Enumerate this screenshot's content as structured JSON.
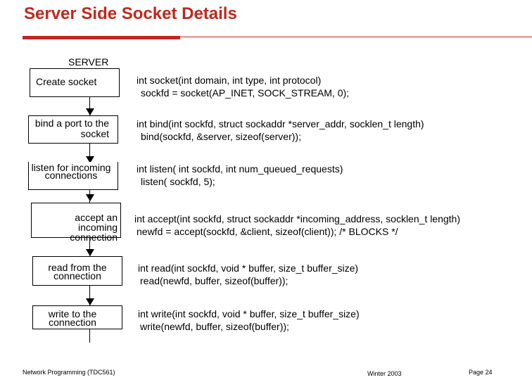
{
  "title": "Server Side Socket Details",
  "server_label": "SERVER",
  "steps": [
    {
      "label": "Create socket",
      "code1": "int socket(int domain, int type, int protocol)",
      "code2": "sockfd = socket(AP_INET, SOCK_STREAM, 0);"
    },
    {
      "label": "bind a port to the socket",
      "code1": "int bind(int sockfd, struct sockaddr *server_addr, socklen_t length)",
      "code2": "bind(sockfd, &server, sizeof(server));"
    },
    {
      "label": "listen for incoming connections",
      "code1": "int listen( int sockfd, int num_queued_requests)",
      "code2": "listen( sockfd, 5);"
    },
    {
      "label": "accept an incoming connection",
      "code1": "int accept(int sockfd, struct sockaddr *incoming_address, socklen_t length)",
      "code2": "newfd = accept(sockfd, &client, sizeof(client)); /* BLOCKS */"
    },
    {
      "label": "read from the connection",
      "code1": "int read(int sockfd, void * buffer, size_t buffer_size)",
      "code2": "read(newfd, buffer, sizeof(buffer));"
    },
    {
      "label": "write to the connection",
      "code1": "int write(int sockfd, void * buffer, size_t buffer_size)",
      "code2": "write(newfd, buffer, sizeof(buffer));"
    }
  ],
  "footer": {
    "course": "Network Programming (TDC561)",
    "term": "Winter 2003",
    "page": "Page 24"
  }
}
